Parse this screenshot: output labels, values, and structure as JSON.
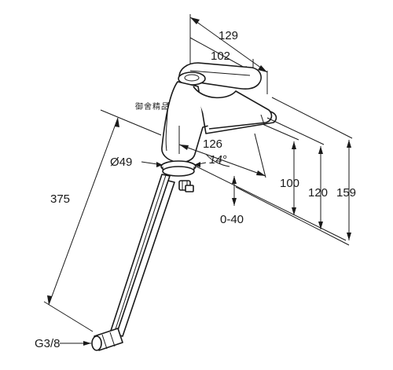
{
  "watermark": "御舍精品衛浴",
  "dimensions": {
    "width_total": "129",
    "width_spout": "102",
    "spout_reach": "126",
    "spout_angle": "14°",
    "base_diameter": "Ø49",
    "hose_length": "375",
    "height_outlet": "100",
    "height_handle": "120",
    "height_total": "159",
    "deck_thickness": "0-40",
    "connection_thread": "G3/8"
  }
}
